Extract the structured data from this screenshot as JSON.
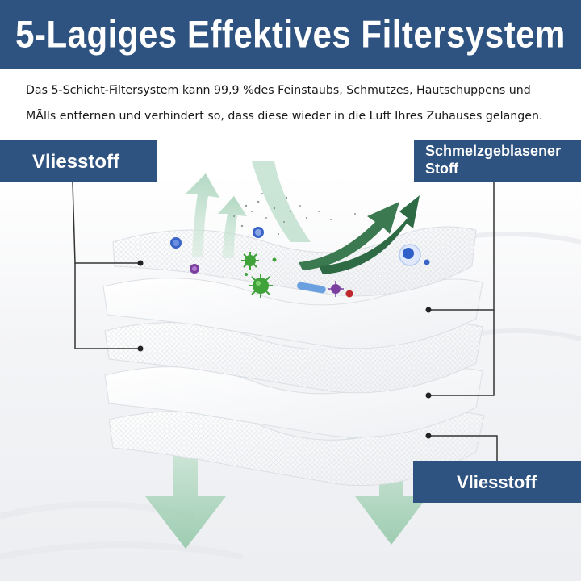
{
  "header": {
    "title": "5-Lagiges Effektives Filtersystem"
  },
  "description": {
    "line1": "Das 5-Schicht-Filtersystem kann 99,9 %des Feinstaubs, Schmutzes, Hautschuppens und",
    "line2": "MÃlls entfernen und verhindert so, dass diese wieder in die Luft Ihres Zuhauses gelangen."
  },
  "labels": {
    "top_left": "Vliesstoff",
    "top_right_line1": "Schmelzgeblasener",
    "top_right_line2": "Stoff",
    "bottom_right": "Vliesstoff"
  },
  "colors": {
    "header_bg": "#2f5380",
    "label_bg": "#2f5380",
    "arrow_green_light": "#a9d4bb",
    "arrow_green_dark": "#2e7d48",
    "germ_green": "#3fa23a",
    "germ_blue": "#3a63c8",
    "germ_purple": "#7b3fa0",
    "germ_red": "#c0272d"
  },
  "icons": [
    "germ-icon",
    "bacteria-icon",
    "arrow-up-icon",
    "arrow-down-icon",
    "filter-layer"
  ]
}
